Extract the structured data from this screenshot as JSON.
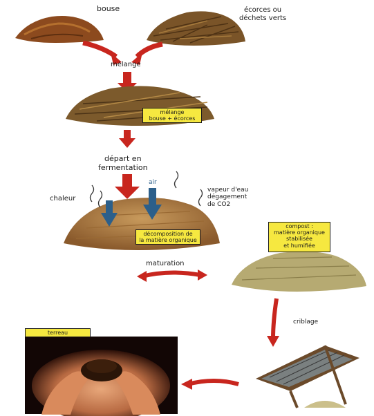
{
  "labels": {
    "bouse": "bouse",
    "ecorces": "écorces ou\ndéchets verts",
    "melange": "mélange",
    "melange_box": "mélange\nbouse + écorces",
    "depart": "départ en\nfermentation",
    "chaleur": "chaleur",
    "air": "air",
    "vapeur": "vapeur d'eau\ndégagement\nde CO2",
    "decomposition_box": "décomposition de\nla matière organique",
    "maturation": "maturation",
    "compost_box": "compost :\nmatière organique\nstabilisée\net humifiée",
    "criblage": "criblage",
    "terreau_box": "terreau"
  },
  "colors": {
    "arrow": "#c8261e",
    "box": "#f6e840",
    "air_arrow": "#2c5f8a"
  }
}
